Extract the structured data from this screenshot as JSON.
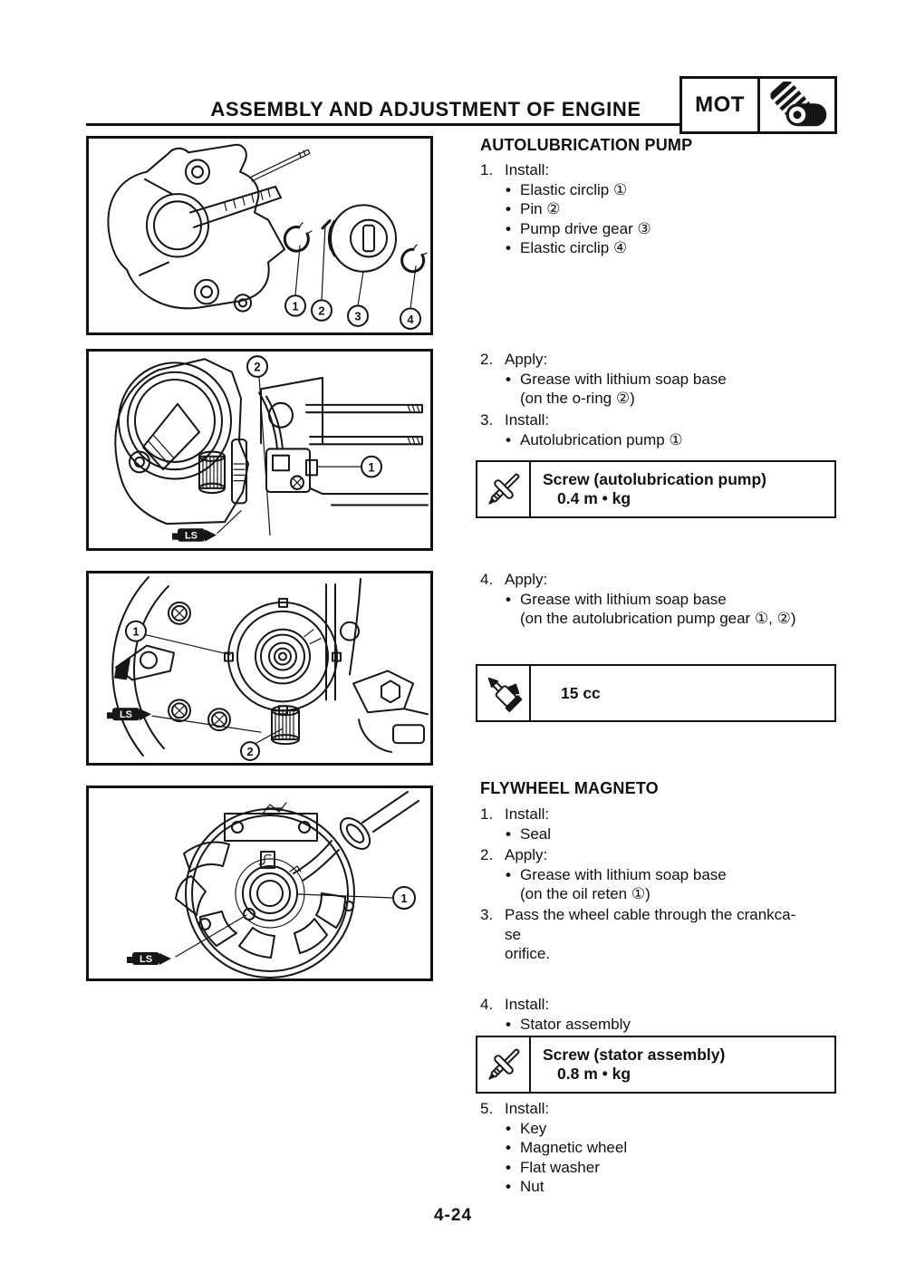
{
  "header": {
    "title": "ASSEMBLY AND ADJUSTMENT OF ENGINE",
    "badge_label": "MOT"
  },
  "autolube": {
    "heading": "AUTOLUBRICATION PUMP",
    "step1_no": "1.",
    "step1_action": "Install:",
    "step1_bullets": [
      "Elastic circlip ①",
      "Pin ②",
      "Pump drive gear ③",
      "Elastic circlip ④"
    ],
    "step2_no": "2.",
    "step2_action": "Apply:",
    "step2_bullet": "Grease with lithium soap base",
    "step2_cont": "(on the o-ring ②)",
    "step3_no": "3.",
    "step3_action": "Install:",
    "step3_bullet": "Autolubrication pump ①",
    "torque": {
      "line1": "Screw (autolubrication pump)",
      "line2": "0.4 m • kg"
    },
    "step4_no": "4.",
    "step4_action": "Apply:",
    "step4_bullet": "Grease with lithium soap base",
    "step4_cont": "(on the autolubrication pump gear ①, ②)",
    "capacity": "15 cc"
  },
  "flywheel": {
    "heading": "FLYWHEEL MAGNETO",
    "step1_no": "1.",
    "step1_action": "Install:",
    "step1_bullet": "Seal",
    "step2_no": "2.",
    "step2_action": "Apply:",
    "step2_bullet": "Grease with lithium soap base",
    "step2_cont": "(on the oil reten ①)",
    "step3_no": "3.",
    "step3_lines": [
      "Pass the wheel cable through the crankca-",
      "se",
      "orifice."
    ],
    "step4_no": "4.",
    "step4_action": "Install:",
    "step4_bullet": "Stator assembly",
    "torque": {
      "line1": "Screw (stator assembly)",
      "line2": "0.8 m • kg"
    },
    "step5_no": "5.",
    "step5_action": "Install:",
    "step5_bullets": [
      "Key",
      "Magnetic wheel",
      "Flat washer",
      "Nut"
    ]
  },
  "figures": {
    "fig1": {
      "callouts": [
        "1",
        "2",
        "3",
        "4"
      ]
    },
    "fig2": {
      "callouts": [
        "2",
        "1"
      ],
      "grease_label": "LS"
    },
    "fig3": {
      "callouts": [
        "1",
        "2"
      ],
      "grease_label": "LS"
    },
    "fig4": {
      "callouts": [
        "1"
      ],
      "grease_label": "LS"
    }
  },
  "footer": {
    "page_number": "4-24"
  },
  "colors": {
    "ink": "#111111",
    "paper": "#ffffff"
  }
}
